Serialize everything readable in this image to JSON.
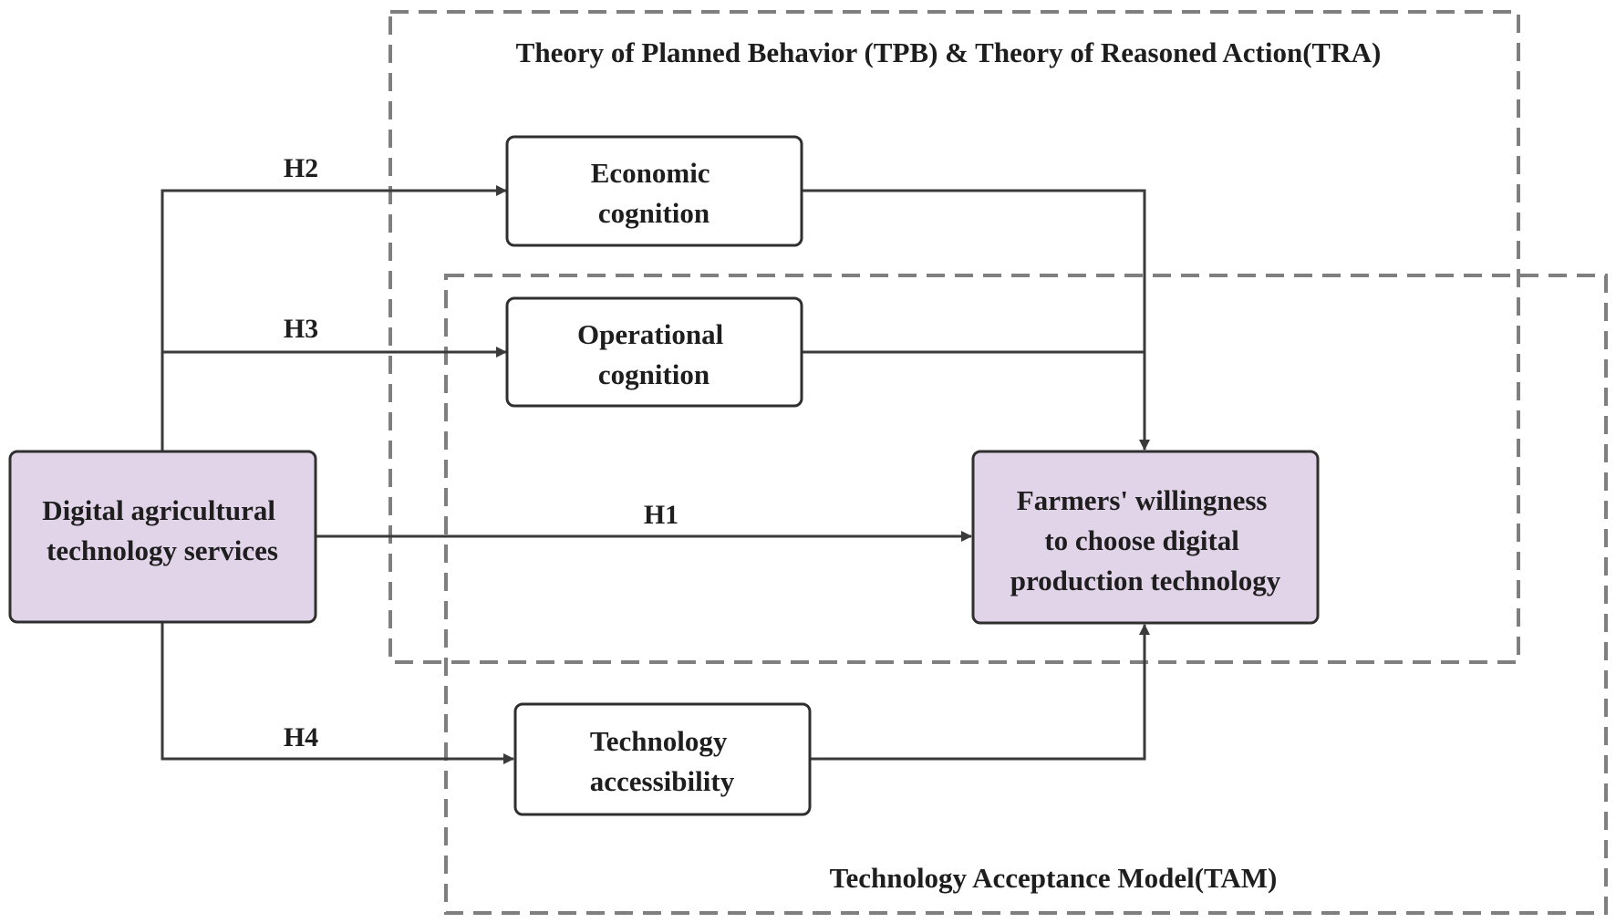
{
  "colors": {
    "highlight_fill": "#e2d4e8",
    "plain_fill": "#ffffff",
    "frame_dash": "#7f7f7f",
    "line": "#3a3a3a"
  },
  "frames": {
    "tpb_tra": {
      "title": "Theory of Planned Behavior (TPB) & Theory of Reasoned Action(TRA)"
    },
    "tam": {
      "title": "Technology Acceptance Model(TAM)"
    }
  },
  "nodes": {
    "digital_services": {
      "lines": [
        "Digital agricultural",
        "technology services"
      ],
      "highlighted": true
    },
    "economic": {
      "lines": [
        "Economic",
        "cognition"
      ],
      "highlighted": false
    },
    "operational": {
      "lines": [
        "Operational",
        "cognition"
      ],
      "highlighted": false
    },
    "accessibility": {
      "lines": [
        "Technology",
        "accessibility"
      ],
      "highlighted": false
    },
    "willingness": {
      "lines": [
        "Farmers' willingness",
        "to choose digital",
        "production technology"
      ],
      "highlighted": true
    }
  },
  "hypotheses": {
    "h1": "H1",
    "h2": "H2",
    "h3": "H3",
    "h4": "H4"
  }
}
